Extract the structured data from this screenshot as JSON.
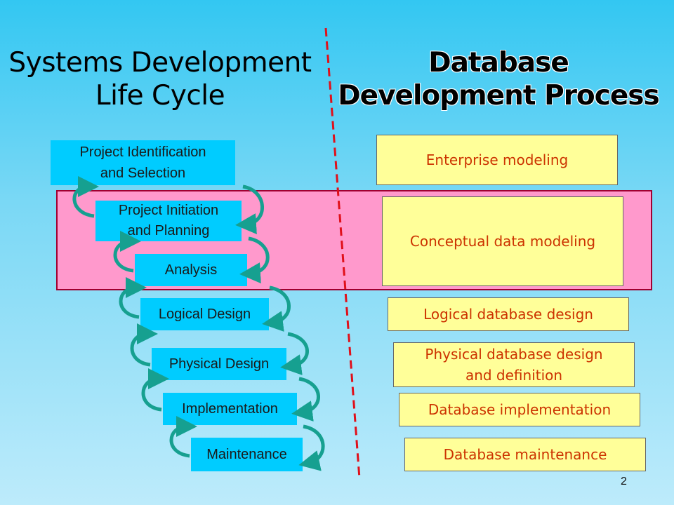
{
  "titles": {
    "left_line1": "Systems Development",
    "left_line2": "Life Cycle",
    "right_line1": "Database",
    "right_line2": "Development Process"
  },
  "sdlc_phases": [
    {
      "line1": "Project Identification",
      "line2": "and Selection"
    },
    {
      "line1": "Project Initiation",
      "line2": "and Planning"
    },
    {
      "line1": "Analysis",
      "line2": ""
    },
    {
      "line1": "Logical Design",
      "line2": ""
    },
    {
      "line1": "Physical Design",
      "line2": ""
    },
    {
      "line1": "Implementation",
      "line2": ""
    },
    {
      "line1": "Maintenance",
      "line2": ""
    }
  ],
  "db_steps": [
    {
      "line1": "Enterprise modeling",
      "line2": ""
    },
    {
      "line1": "Conceptual data modeling",
      "line2": ""
    },
    {
      "line1": "Logical database design",
      "line2": ""
    },
    {
      "line1": "Physical database design",
      "line2": "and definition"
    },
    {
      "line1": "Database implementation",
      "line2": ""
    },
    {
      "line1": "Database maintenance",
      "line2": ""
    }
  ],
  "page_number": "2",
  "colors": {
    "phase_box": "#00ccff",
    "step_box": "#ffff99",
    "step_text": "#cc3300",
    "highlight_band": "#ff99cc",
    "divider": "#e0101a",
    "arrow": "#16a090"
  }
}
